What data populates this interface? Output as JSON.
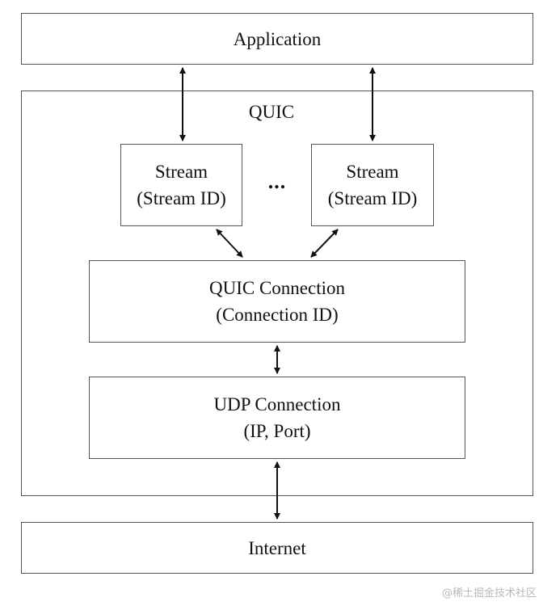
{
  "application": {
    "label": "Application"
  },
  "quic": {
    "label": "QUIC"
  },
  "streams": {
    "left": {
      "line1": "Stream",
      "line2": "(Stream ID)"
    },
    "ellipsis": "...",
    "right": {
      "line1": "Stream",
      "line2": "(Stream ID)"
    }
  },
  "quic_connection": {
    "line1": "QUIC Connection",
    "line2": "(Connection ID)"
  },
  "udp_connection": {
    "line1": "UDP Connection",
    "line2": "(IP, Port)"
  },
  "internet": {
    "label": "Internet"
  },
  "watermark": "@稀土掘金技术社区"
}
